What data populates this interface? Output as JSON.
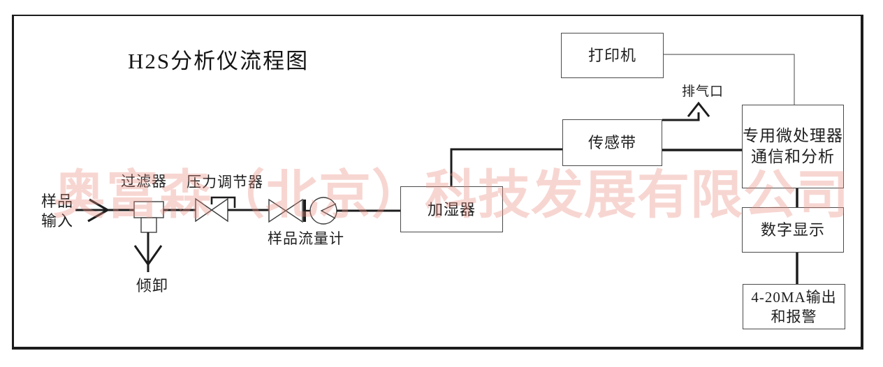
{
  "diagram": {
    "title": "H2S分析仪流程图",
    "watermark": "奥富森（北京）科技发展有限公司",
    "nodes": {
      "sample_input": {
        "line1": "样品",
        "line2": "输入"
      },
      "filter": {
        "label": "过滤器"
      },
      "drain": {
        "label": "倾卸"
      },
      "pressure_regulator": {
        "label": "压力调节器"
      },
      "sample_flow_meter": {
        "label": "样品流量计"
      },
      "humidifier": {
        "label": "加湿器"
      },
      "sensor_belt": {
        "label": "传感带"
      },
      "exhaust_port": {
        "label": "排气口"
      },
      "printer": {
        "label": "打印机"
      },
      "microprocessor": {
        "line1": "专用微处理器",
        "line2": "通信和分析"
      },
      "digital_display": {
        "label": "数字显示"
      },
      "output_alarm": {
        "line1": "4-20MA输出",
        "line2": "和报警"
      }
    },
    "colors": {
      "background": "#ffffff",
      "line": "#1c1c1c",
      "box_border": "#4a4a4a",
      "text": "#1f1f1f",
      "watermark_pink": "#e98d7f",
      "thin_connector": "#666666"
    }
  }
}
